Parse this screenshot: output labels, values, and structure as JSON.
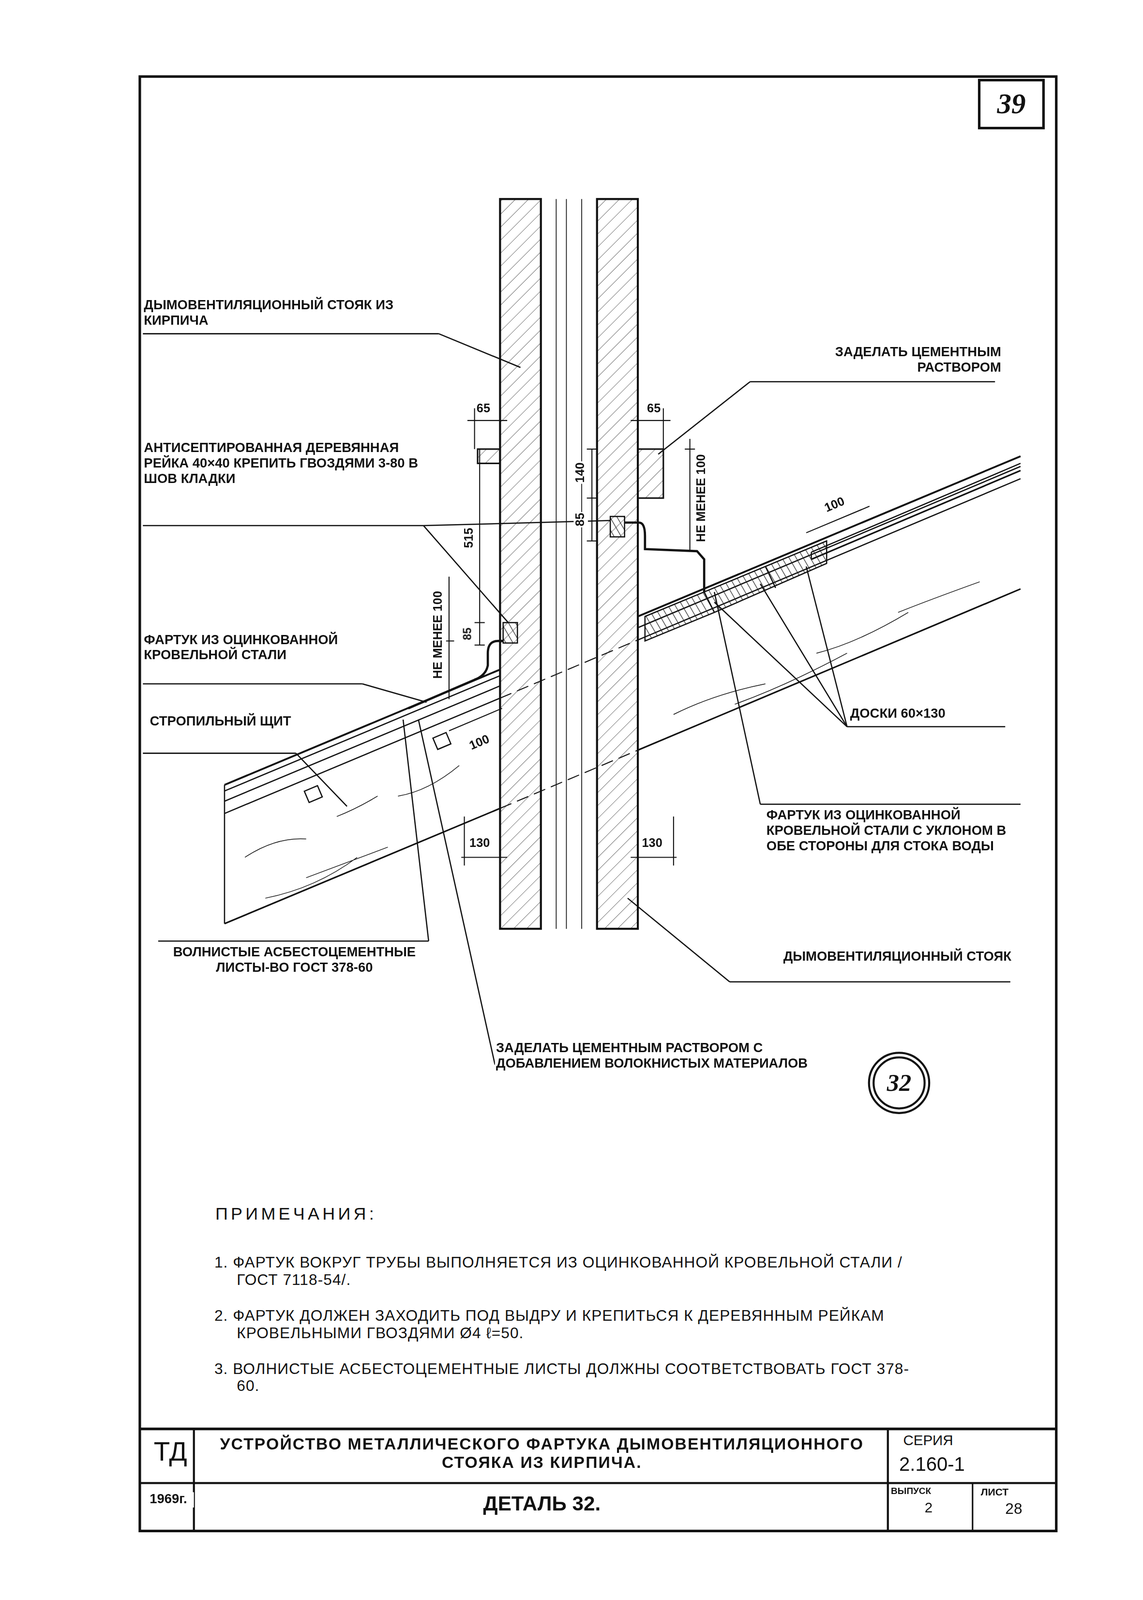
{
  "diagram": {
    "title": "УСТРОЙСТВО МЕТАЛЛИЧЕСКОГО ФАРТУКА ДЫМОВЕНТИЛЯЦИОННОГО СТОЯКА ИЗ КИРПИЧА.",
    "nodes": [
      {
        "text": [
          "39"
        ]
      },
      {
        "text": [
          "32"
        ]
      }
    ],
    "labels": [
      "ДЫМОВЕНТИЛЯЦИОННЫЙ СТОЯК ИЗ КИРПИЧА",
      "ЗАДЕЛАТЬ ЦЕМЕНТНЫМ РАСТВОРОМ",
      "65",
      "65",
      "АНТИСЕПТИРОВАННАЯ ДЕРЕВЯННАЯ РЕЙКА 40×40 КРЕПИТЬ ГВОЗДЯМИ 3-80 В ШОВ КЛАДКИ",
      "140",
      "85",
      "НЕ МЕНЕЕ 100",
      "100",
      "515",
      "НЕ МЕНЕЕ 100",
      "85",
      "ФАРТУК ИЗ ОЦИНКОВАННОЙ КРОВЕЛЬНОЙ СТАЛИ",
      "СТРОПИЛЬНЫЙ ЩИТ",
      "ДОСКИ 60×130",
      "100",
      "130",
      "130",
      "ФАРТУК ИЗ ОЦИНКОВАННОЙ КРОВЕЛЬНОЙ СТАЛИ С УКЛОНОМ В ОБЕ СТОРОНЫ ДЛЯ СТОКА ВОДЫ",
      "ВОЛНИСТЫЕ АСБЕСТОЦЕМЕНТНЫЕ ЛИСТЫ-ВО ГОСТ 378-60",
      "ДЫМОВЕНТИЛЯЦИОННЫЙ СТОЯК",
      "ЗАДЕЛАТЬ ЦЕМЕНТНЫМ РАСТВОРОМ С ДОБАВЛЕНИЕМ ВОЛОКНИСТЫХ МАТЕРИАЛОВ",
      "ПРИМЕЧАНИЯ:",
      "1. ФАРТУК ВОКРУГ ТРУБЫ ВЫПОЛНЯЕТСЯ ИЗ ОЦИНКОВАННОЙ КРОВЕЛЬНОЙ СТАЛИ /ГОСТ 7118-54/.",
      "2. ФАРТУК ДОЛЖЕН ЗАХОДИТЬ ПОД ВЫДРУ И КРЕПИТЬСЯ К ДЕРЕВЯННЫМ РЕЙКАМ КРОВЕЛЬНЫМИ ГВОЗДЯМИ Ø4 ℓ=50.",
      "3. ВОЛНИСТЫЕ АСБЕСТОЦЕМЕНТНЫЕ ЛИСТЫ ДОЛЖНЫ СООТВЕТСТВОВАТЬ ГОСТ 378-60.",
      "ТД",
      "1969г.",
      "ДЕТАЛЬ 32.",
      "СЕРИЯ",
      "2.160-1",
      "ВЫПУСК",
      "2",
      "ЛИСТ",
      "28"
    ]
  }
}
